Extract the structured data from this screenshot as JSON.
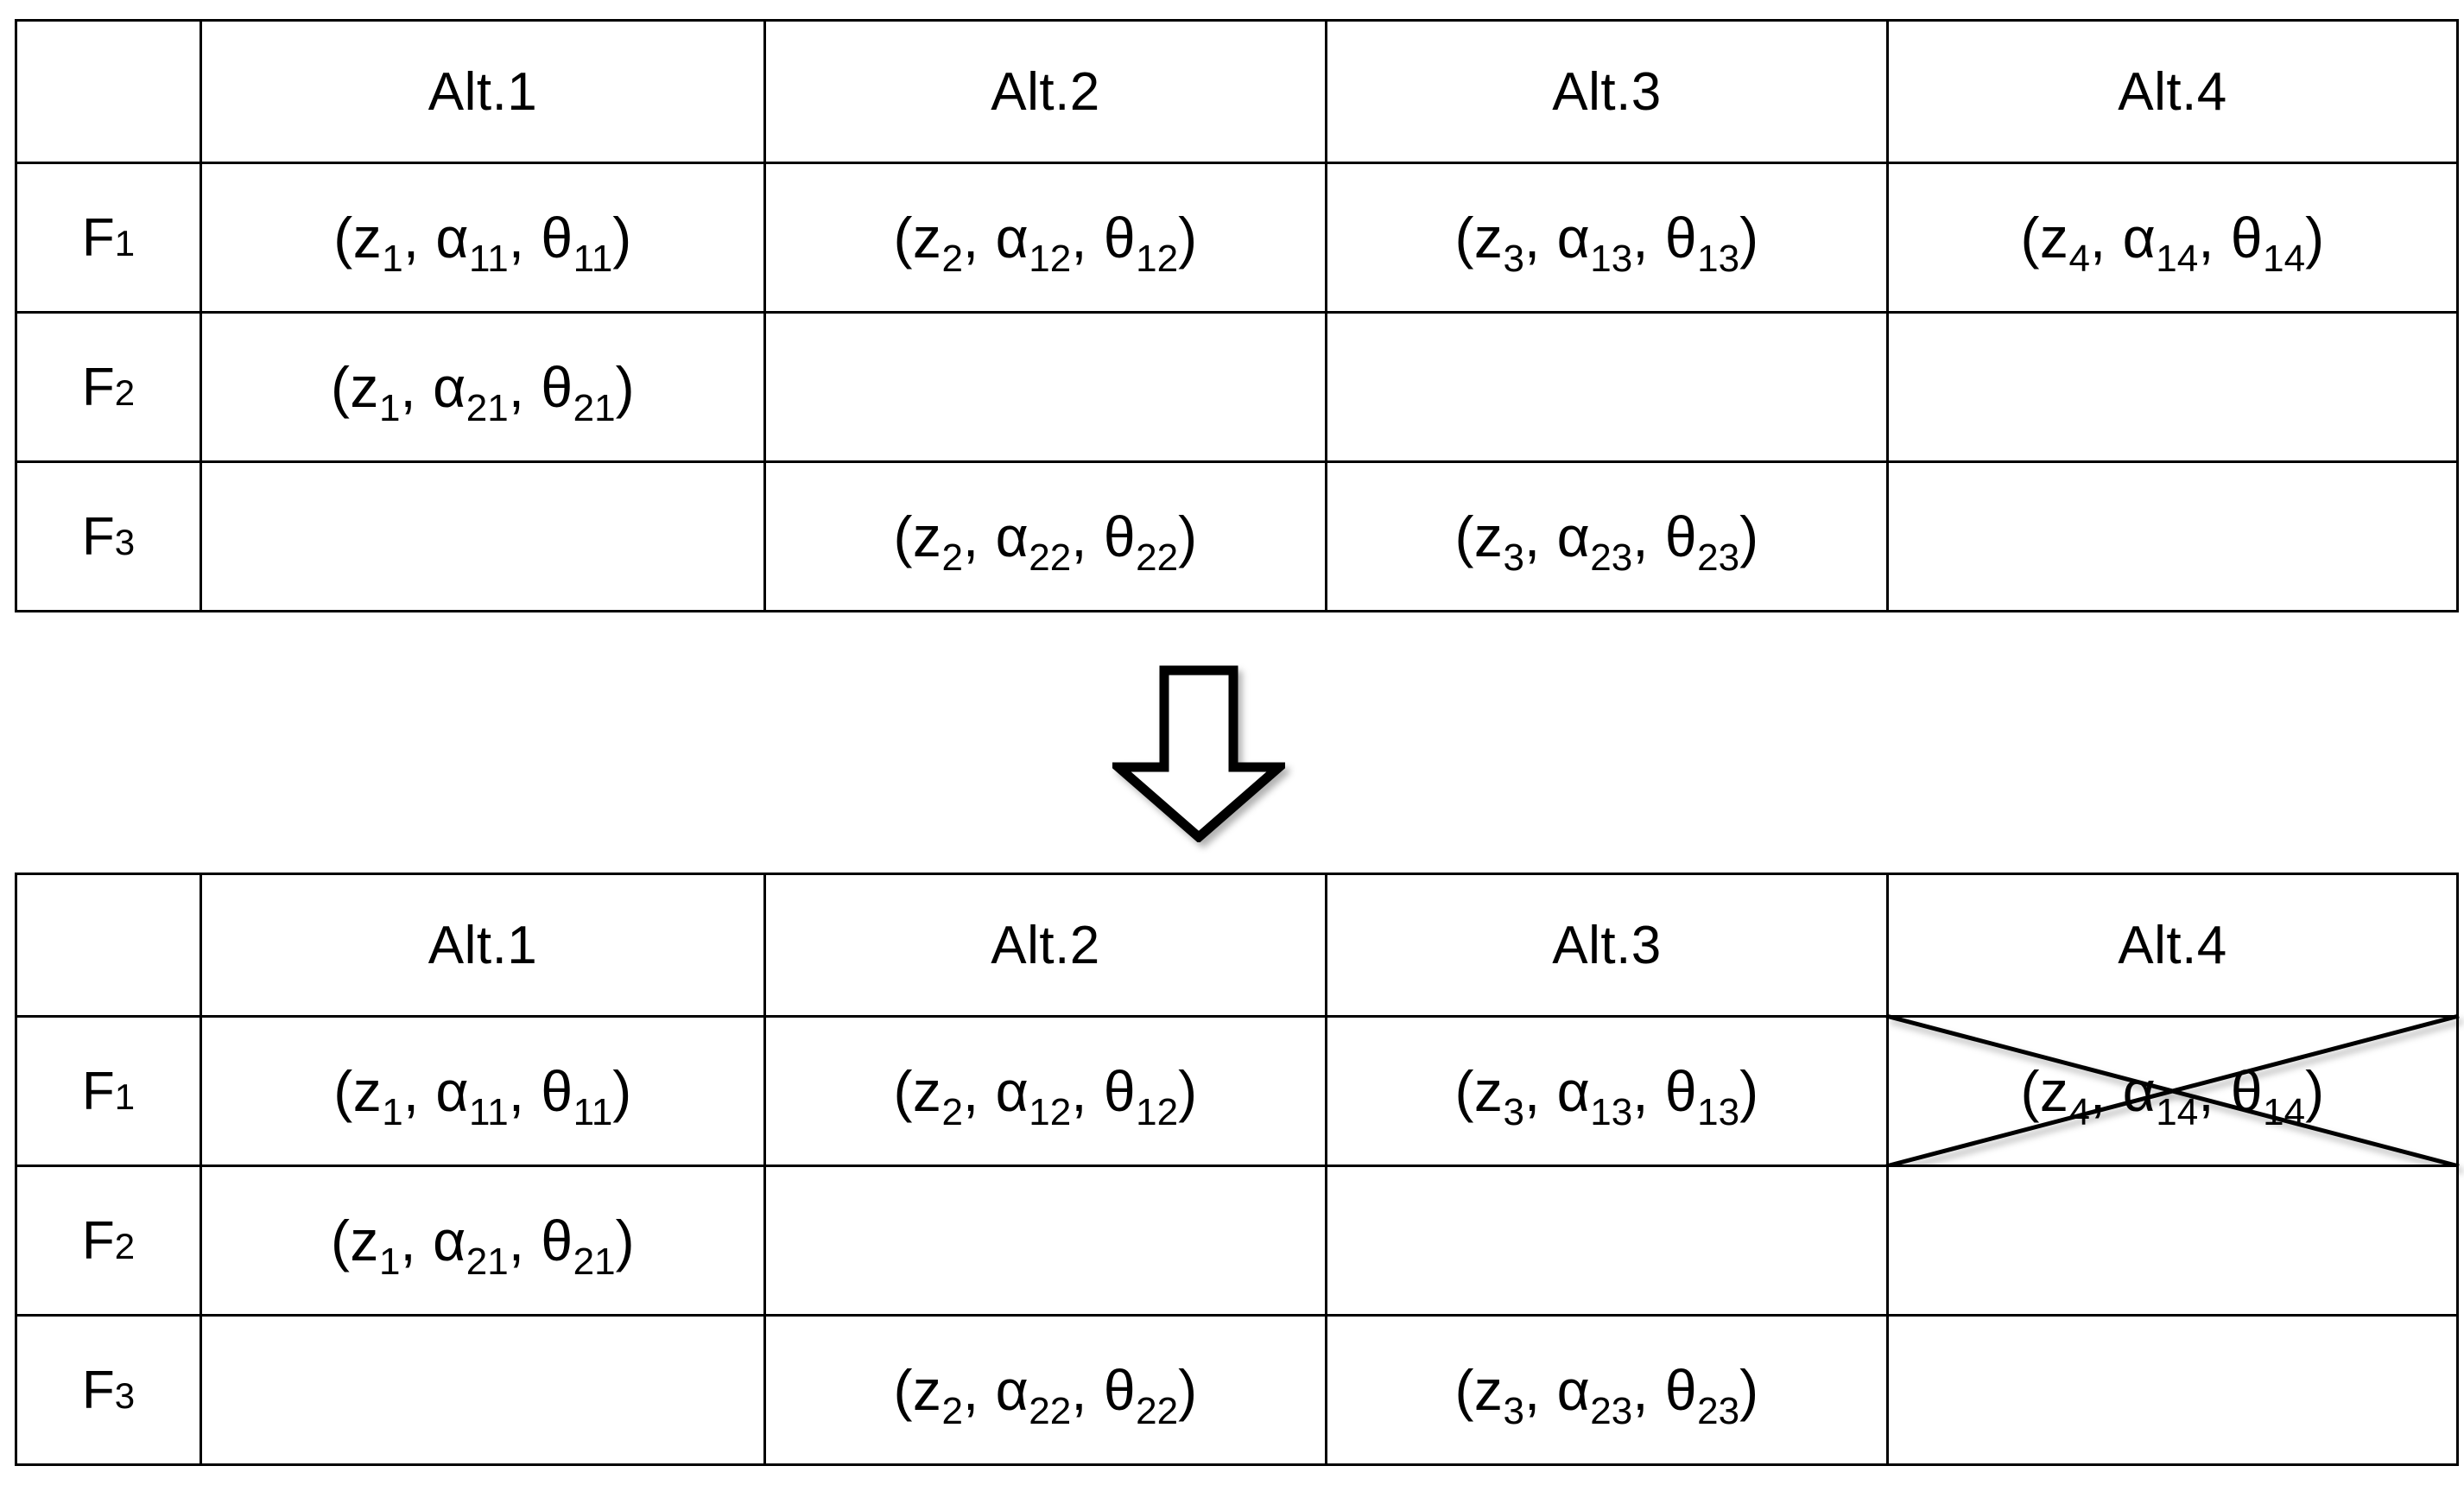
{
  "figure": {
    "title": "Alternative-criteria matrix before and after elimination of Alt.4 for F1",
    "arrow_icon": "down-arrow-icon",
    "strike_icon": "x-strikethrough-icon"
  },
  "tables": [
    {
      "id": "original",
      "name": "original-matrix",
      "corner_label": "",
      "columns": [
        "Alt.1",
        "Alt.2",
        "Alt.3",
        "Alt.4"
      ],
      "rows": [
        {
          "label": "F",
          "label_sub": "1",
          "cells": [
            {
              "text": "(z1, α11, θ11)",
              "parts": [
                "(z",
                "1",
                ", α",
                "11",
                ", θ",
                "11",
                ")"
              ],
              "struck": false
            },
            {
              "text": "(z2, α12, θ12)",
              "parts": [
                "(z",
                "2",
                ", α",
                "12",
                ", θ",
                "12",
                ")"
              ],
              "struck": false
            },
            {
              "text": "(z3, α13, θ13)",
              "parts": [
                "(z",
                "3",
                ", α",
                "13",
                ", θ",
                "13",
                ")"
              ],
              "struck": false
            },
            {
              "text": "(z4, α14, θ14)",
              "parts": [
                "(z",
                "4",
                ", α",
                "14",
                ", θ",
                "14",
                ")"
              ],
              "struck": false
            }
          ]
        },
        {
          "label": "F",
          "label_sub": "2",
          "cells": [
            {
              "text": "(z1, α21, θ21)",
              "parts": [
                "(z",
                "1",
                ", α",
                "21",
                ", θ",
                "21",
                ")"
              ],
              "struck": false
            },
            {
              "text": "",
              "parts": [],
              "struck": false
            },
            {
              "text": "",
              "parts": [],
              "struck": false
            },
            {
              "text": "",
              "parts": [],
              "struck": false
            }
          ]
        },
        {
          "label": "F",
          "label_sub": "3",
          "cells": [
            {
              "text": "",
              "parts": [],
              "struck": false
            },
            {
              "text": "(z2, α22, θ22)",
              "parts": [
                "(z",
                "2",
                ", α",
                "22",
                ", θ",
                "22",
                ")"
              ],
              "struck": false
            },
            {
              "text": "(z3, α23, θ23)",
              "parts": [
                "(z",
                "3",
                ", α",
                "23",
                ", θ",
                "23",
                ")"
              ],
              "struck": false
            },
            {
              "text": "",
              "parts": [],
              "struck": false
            }
          ]
        }
      ]
    },
    {
      "id": "revised",
      "name": "revised-matrix",
      "corner_label": "",
      "columns": [
        "Alt.1",
        "Alt.2",
        "Alt.3",
        "Alt.4"
      ],
      "rows": [
        {
          "label": "F",
          "label_sub": "1",
          "cells": [
            {
              "text": "(z1, α11, θ11)",
              "parts": [
                "(z",
                "1",
                ", α",
                "11",
                ", θ",
                "11",
                ")"
              ],
              "struck": false
            },
            {
              "text": "(z2, α12, θ12)",
              "parts": [
                "(z",
                "2",
                ", α",
                "12",
                ", θ",
                "12",
                ")"
              ],
              "struck": false
            },
            {
              "text": "(z3, α13, θ13)",
              "parts": [
                "(z",
                "3",
                ", α",
                "13",
                ", θ",
                "13",
                ")"
              ],
              "struck": false
            },
            {
              "text": "(z4, α14, θ14)",
              "parts": [
                "(z",
                "4",
                ", α",
                "14",
                ", θ",
                "14",
                ")"
              ],
              "struck": true
            }
          ]
        },
        {
          "label": "F",
          "label_sub": "2",
          "cells": [
            {
              "text": "(z1, α21, θ21)",
              "parts": [
                "(z",
                "1",
                ", α",
                "21",
                ", θ",
                "21",
                ")"
              ],
              "struck": false
            },
            {
              "text": "",
              "parts": [],
              "struck": false
            },
            {
              "text": "",
              "parts": [],
              "struck": false
            },
            {
              "text": "",
              "parts": [],
              "struck": false
            }
          ]
        },
        {
          "label": "F",
          "label_sub": "3",
          "cells": [
            {
              "text": "",
              "parts": [],
              "struck": false
            },
            {
              "text": "(z2, α22, θ22)",
              "parts": [
                "(z",
                "2",
                ", α",
                "22",
                ", θ",
                "22",
                ")"
              ],
              "struck": false
            },
            {
              "text": "(z3, α23, θ23)",
              "parts": [
                "(z",
                "3",
                ", α",
                "23",
                ", θ",
                "23",
                ")"
              ],
              "struck": false
            },
            {
              "text": "",
              "parts": [],
              "struck": false
            }
          ]
        }
      ]
    }
  ],
  "colors": {
    "border": "#000000",
    "text": "#000000",
    "background": "#ffffff"
  }
}
